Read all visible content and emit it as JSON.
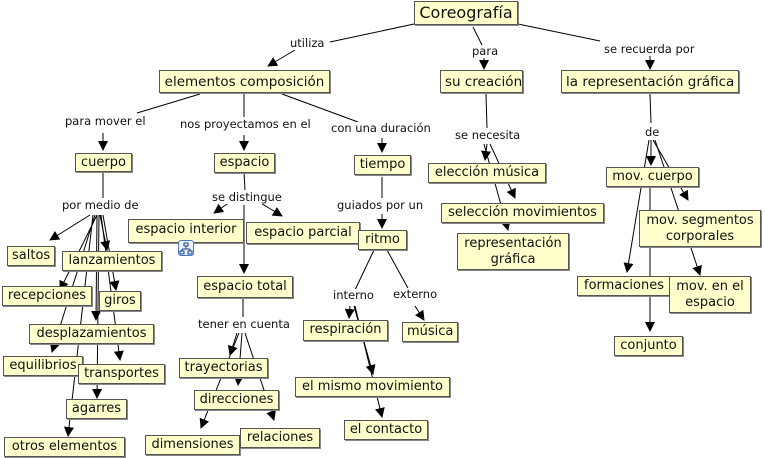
{
  "nodes": {
    "coreografia": "Coreografía",
    "elementos_composicion": "elementos composición",
    "su_creacion": "su creación",
    "representacion_grafica_top": "la representación gráfica",
    "cuerpo": "cuerpo",
    "espacio": "espacio",
    "tiempo": "tiempo",
    "eleccion_musica": "elección música",
    "seleccion_movimientos": "selección movimientos",
    "representacion_grafica": "representación gráfica",
    "mov_cuerpo": "mov. cuerpo",
    "mov_segmentos": "mov. segmentos corporales",
    "saltos": "saltos",
    "lanzamientos": "lanzamientos",
    "recepciones": "recepciones",
    "giros": "giros",
    "desplazamientos": "desplazamientos",
    "equilibrios": "equilibrios",
    "transportes": "transportes",
    "agarres": "agarres",
    "otros_elementos": "otros elementos",
    "espacio_interior": "espacio interior",
    "espacio_parcial": "espacio  parcial",
    "espacio_total": "espacio total",
    "ritmo": "ritmo",
    "trayectorias": "trayectorias",
    "direcciones": "direcciones",
    "dimensiones": "dimensiones",
    "relaciones": "relaciones",
    "respiracion": "respiración",
    "musica": "música",
    "el_mismo_movimiento": "el mismo movimiento",
    "el_contacto": "el contacto",
    "formaciones": "formaciones",
    "mov_en_el_espacio": "mov. en el espacio",
    "conjunto": "conjunto"
  },
  "link_labels": {
    "utiliza": "utiliza",
    "para": "para",
    "se_recuerda_por": "se recuerda por",
    "para_mover_el": "para mover el",
    "nos_proyectamos_en_el": "nos proyectamos en el",
    "con_una_duracion": "con una duración",
    "se_necesita": "se necesita",
    "de": "de",
    "por_medio_de": "por medio de",
    "se_distingue": "se distingue",
    "guiados_por_un": "guiados por un",
    "tener_en_cuenta": "tener en cuenta",
    "interno": "interno",
    "externo": "externo"
  },
  "icons": {
    "submap": "sub-map-icon"
  },
  "colors": {
    "node_fill": "#ffffcc",
    "node_border": "#555555",
    "line": "#000000"
  }
}
